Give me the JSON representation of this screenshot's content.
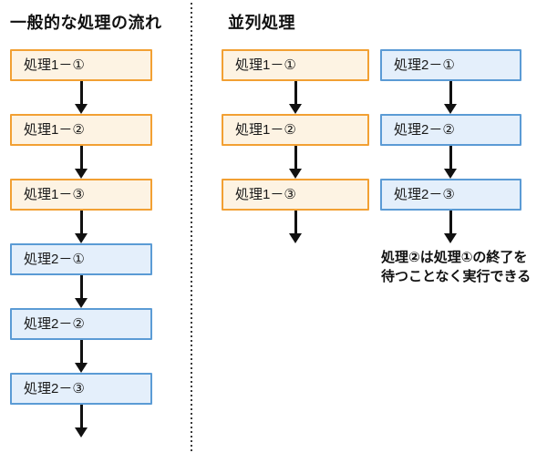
{
  "left_section": {
    "title": "一般的な処理の流れ",
    "boxes": [
      {
        "label": "処理1－①",
        "type": "orange"
      },
      {
        "label": "処理1－②",
        "type": "orange"
      },
      {
        "label": "処理1－③",
        "type": "orange"
      },
      {
        "label": "処理2－①",
        "type": "blue"
      },
      {
        "label": "処理2－②",
        "type": "blue"
      },
      {
        "label": "処理2－③",
        "type": "blue"
      }
    ]
  },
  "right_section": {
    "title": "並列処理",
    "process1_column": {
      "boxes": [
        {
          "label": "処理1－①",
          "type": "orange"
        },
        {
          "label": "処理1－②",
          "type": "orange"
        },
        {
          "label": "処理1－③",
          "type": "orange"
        }
      ]
    },
    "process2_column": {
      "boxes": [
        {
          "label": "処理2－①",
          "type": "blue"
        },
        {
          "label": "処理2－②",
          "type": "blue"
        },
        {
          "label": "処理2－③",
          "type": "blue"
        }
      ]
    },
    "caption": {
      "line1": "処理②は処理①の終了を",
      "line2": "待つことなく実行できる"
    }
  },
  "colors": {
    "orange_border": "#F2A033",
    "orange_fill": "#FDF3E3",
    "blue_border": "#5B9BD5",
    "blue_fill": "#E4EFFB",
    "arrow": "#111111",
    "text": "#1A1A1A",
    "divider": "#3B3B3B",
    "background": "#FFFFFF"
  }
}
